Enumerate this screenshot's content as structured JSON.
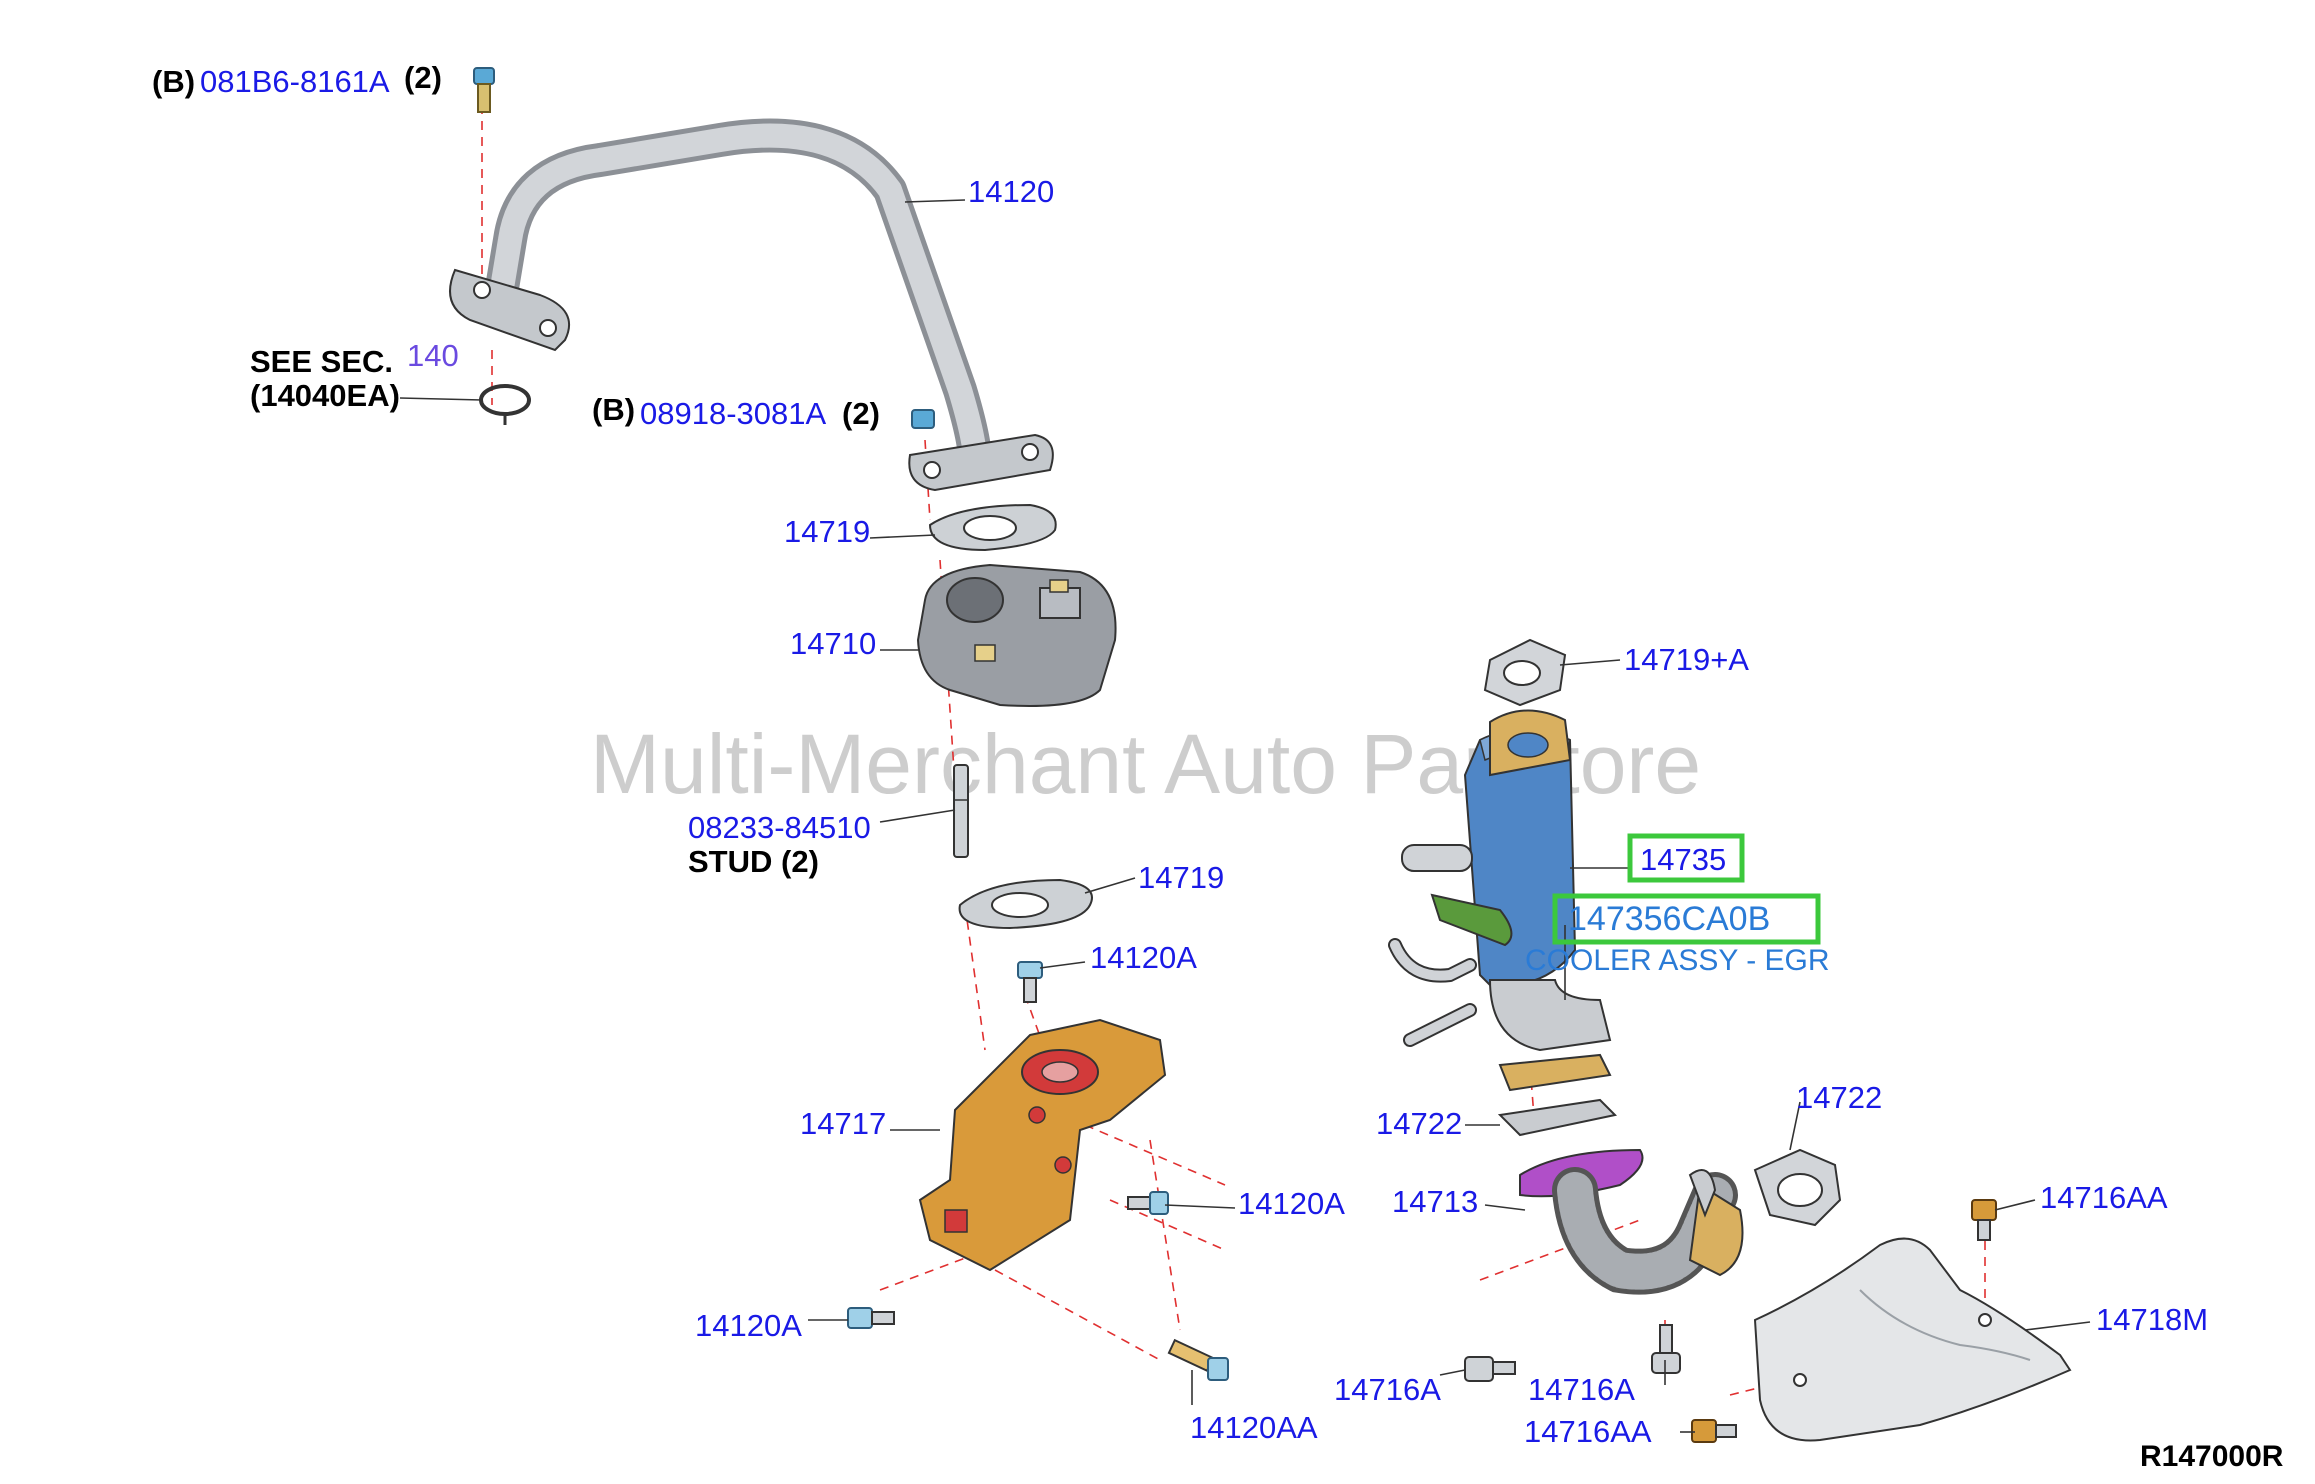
{
  "watermark": "Multi-Merchant Auto Partstore",
  "diagram_code": "R147000R",
  "callouts": {
    "bolt_top_prefix": "(B)",
    "bolt_top_part": "081B6-8161A",
    "bolt_top_qty": "(2)",
    "bolt_mid_prefix": "(B)",
    "bolt_mid_part": "08918-3081A",
    "bolt_mid_qty": "(2)",
    "see_sec_text": "SEE SEC.",
    "see_sec_num": "140",
    "see_sec_ref": "(14040EA)",
    "tube": "14120",
    "gasket_upper": "14719",
    "valve": "14710",
    "stud_part": "08233-84510",
    "stud_text": "STUD (2)",
    "gasket_lower": "14719",
    "bolt_a1": "14120A",
    "bracket": "14717",
    "bolt_a2": "14120A",
    "bolt_a3": "14120A",
    "bolt_aa": "14120AA",
    "gasket_cooler_top": "14719+A",
    "cooler": "14735",
    "cooler_part_no": "147356CA0B",
    "cooler_desc": "COOLER ASSY - EGR",
    "gasket_cooler_bottom": "14722",
    "gasket_right": "14722",
    "pipe": "14713",
    "bolt_16aa_top": "14716AA",
    "shield": "14718M",
    "bolt_16a_left": "14716A",
    "bolt_16a_mid": "14716A",
    "bolt_16aa_bottom": "14716AA"
  },
  "colors": {
    "label_blue": "#1a1ae6",
    "leader_red": "#e03030",
    "highlight_green": "#3cc83c",
    "cooler_blue": "#4f86c6",
    "bracket_gold": "#d99a3a",
    "flange_red": "#d23a3a",
    "gasket_purple": "#b04fc8",
    "gasket_yellow": "#d9b060",
    "gasket_green": "#5a9a3c",
    "tube_gray": "#c9ccd0"
  }
}
